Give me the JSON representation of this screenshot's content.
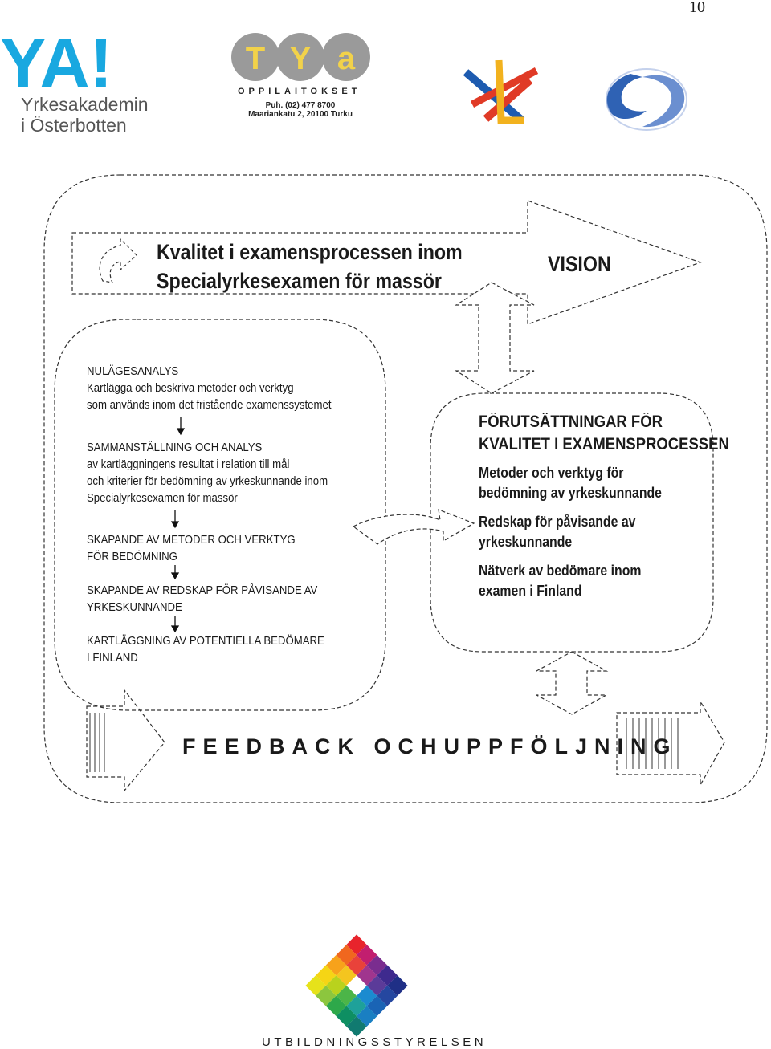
{
  "page_number": "10",
  "logos": {
    "ya": {
      "mark": "YA!",
      "line1": "Yrkesakademin",
      "line2": "i Österbotten",
      "color": "#19a8e0"
    },
    "tya": {
      "letters": [
        "T",
        "Y",
        "a"
      ],
      "subtitle": "OPPILAITOKSET",
      "phone": "Puh. (02) 477 8700",
      "address": "Maariankatu 2, 20100 Turku"
    },
    "agency": {
      "name": "UTBILDNINGSSTYRELSEN"
    }
  },
  "diagram": {
    "title_line1": "Kvalitet i examensprocessen inom",
    "title_line2": "Specialyrkesexamen för massör",
    "vision": "VISION",
    "steps": [
      {
        "lines": [
          "NULÄGESANALYS",
          "Kartlägga och beskriva metoder och verktyg",
          "som används  inom det fristående examenssystemet"
        ]
      },
      {
        "lines": [
          "SAMMANSTÄLLNING OCH ANALYS",
          "av kartläggningens resultat i relation till mål",
          "och kriterier för bedömning av yrkeskunnande inom",
          "Specialyrkesexamen för massör"
        ]
      },
      {
        "lines": [
          "SKAPANDE AV METODER OCH VERKTYG",
          "FÖR BEDÖMNING"
        ]
      },
      {
        "lines": [
          "SKAPANDE AV REDSKAP FÖR PÅVISANDE AV",
          "YRKESKUNNANDE"
        ]
      },
      {
        "lines": [
          "KARTLÄGGNING AV POTENTIELLA BEDÖMARE",
          "I FINLAND"
        ]
      }
    ],
    "prerequisites": {
      "title_line1": "FÖRUTSÄTTNINGAR FÖR",
      "title_line2": "KVALITET I EXAMENSPROCESSEN",
      "items": [
        {
          "line1": "Metoder  och verktyg för",
          "line2": "bedömning av yrkeskunnande"
        },
        {
          "line1": "Redskap för påvisande av",
          "line2": "yrkeskunnande"
        },
        {
          "line1": "Nätverk av bedömare inom",
          "line2": "examen i Finland"
        }
      ]
    },
    "feedback": "FEEDBACK OCHUPPFÖLJNING"
  }
}
